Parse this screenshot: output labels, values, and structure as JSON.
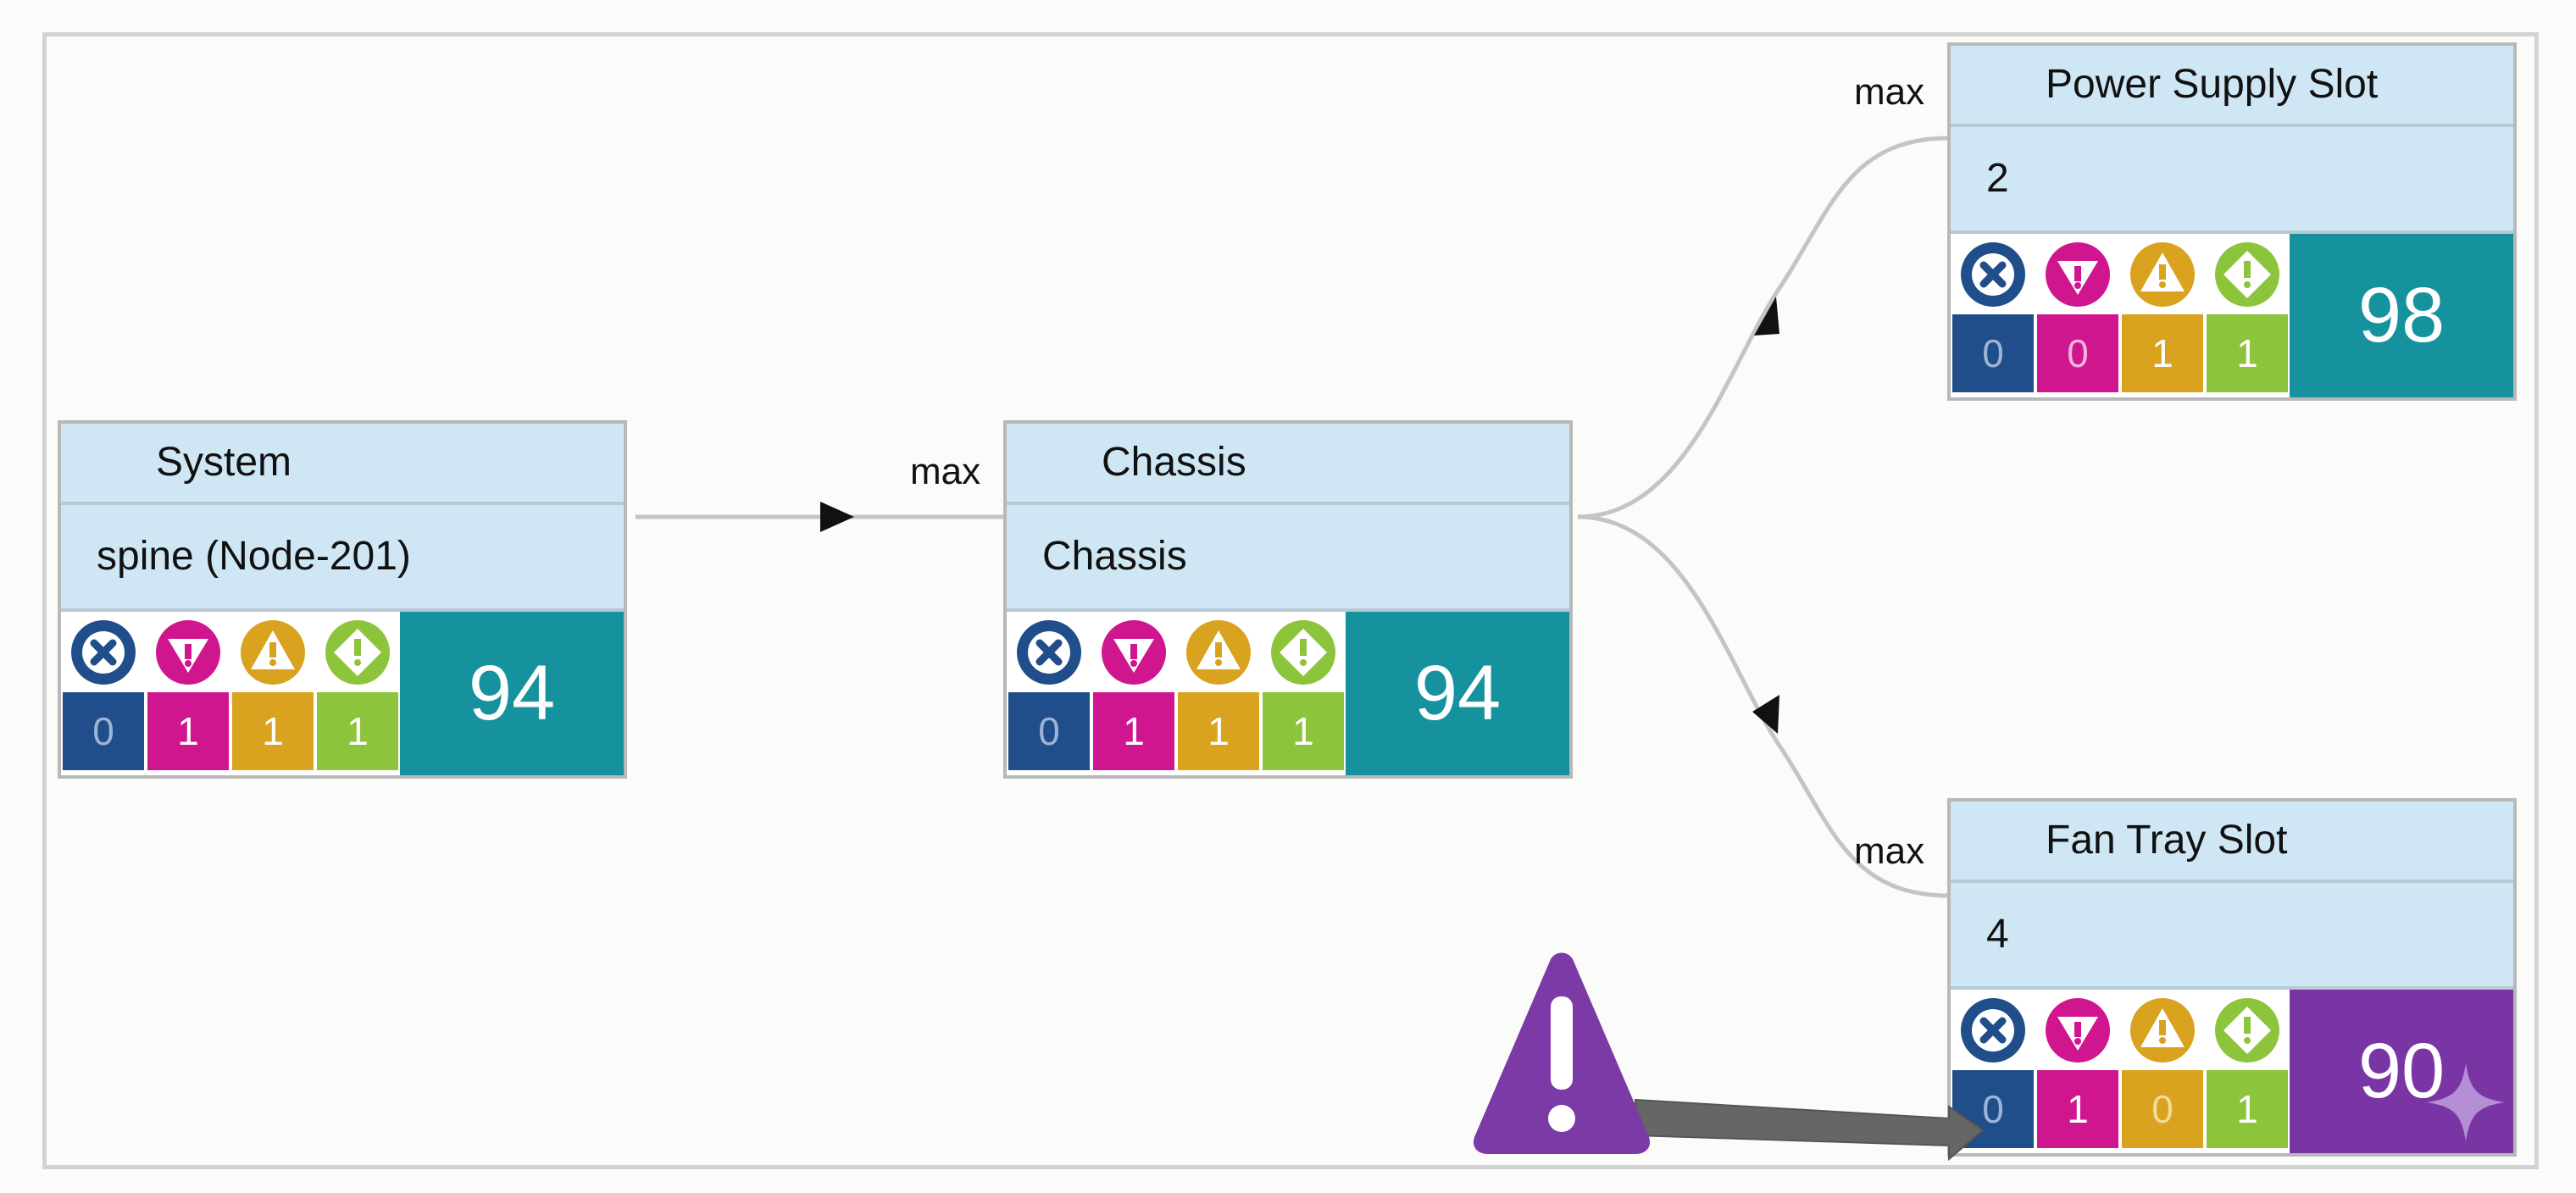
{
  "colors": {
    "critical": "#1f4e8a",
    "major": "#d0168e",
    "minor": "#d9a21f",
    "warning": "#8cc43c",
    "health_teal": "#16929e",
    "health_purple": "#7a35a5",
    "connector": "#c4c4c4",
    "card_bg": "#cfe7f4"
  },
  "icons": {
    "critical": "x-circle-icon",
    "major": "triangle-down-exclamation-icon",
    "minor": "triangle-exclamation-icon",
    "warning": "diamond-exclamation-icon",
    "alert": "warning-triangle-icon",
    "sparkle": "sparkle-icon"
  },
  "edges": {
    "system_to_chassis": "max",
    "chassis_to_power": "max",
    "chassis_to_fan": "max"
  },
  "nodes": {
    "system": {
      "title": "System",
      "subtitle": "spine (Node-201)",
      "counts": [
        "0",
        "1",
        "1",
        "1"
      ],
      "health": "94"
    },
    "chassis": {
      "title": "Chassis",
      "subtitle": "Chassis",
      "counts": [
        "0",
        "1",
        "1",
        "1"
      ],
      "health": "94"
    },
    "power": {
      "title": "Power Supply Slot",
      "subtitle": "2",
      "counts": [
        "0",
        "0",
        "1",
        "1"
      ],
      "health": "98"
    },
    "fan": {
      "title": "Fan Tray Slot",
      "subtitle": "4",
      "counts": [
        "0",
        "1",
        "0",
        "1"
      ],
      "health": "90"
    }
  }
}
